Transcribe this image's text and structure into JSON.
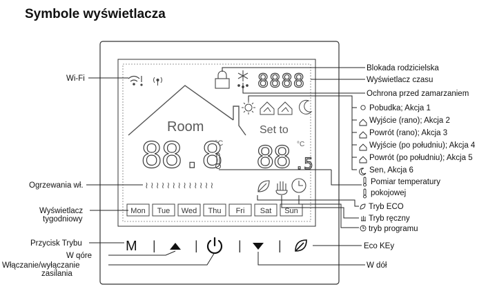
{
  "title": "Symbole wyświetlacza",
  "display": {
    "room_label": "Room",
    "set_label": "Set to",
    "room_digits": "88.8",
    "set_digits": "88",
    "set_decimal": ".5",
    "clock_digits": "8888",
    "unit": "°C",
    "days": [
      "Mon",
      "Tue",
      "Wed",
      "Thu",
      "Fri",
      "Sat",
      "Sun"
    ],
    "heating_waves": "≀≀≀≀≀≀≀≀≀≀≀≀≀"
  },
  "buttons": {
    "mode": "M",
    "separator": "|"
  },
  "left_labels": {
    "wifi": "Wi-Fi",
    "heating": "Ogrzewania wł.",
    "weekday": "Wyświetlacz",
    "weekday_cut": "tygodniowy",
    "mode_button": "Przycisk Trybu",
    "up": "W qóre",
    "power": "Włączanie/wyłączanie",
    "power_cut": "zasilania"
  },
  "right_labels": {
    "child_lock": "Blokada rodzicielska",
    "time_display": "Wyświetlacz czasu",
    "frost": "Ochrona przed zamarzaniem",
    "actions": [
      "Pobudka; Akcja 1",
      "Wyjście (rano); Akcja 2",
      "Powrót (rano); Akcja 3",
      "Wyjście (po południu); Akcja 4",
      "Powrót (po południu); Akcja 5",
      "Sen, Akcja 6"
    ],
    "temp_measure_1": "Pomiar temperatury",
    "temp_measure_2": "pokojowej",
    "modes": [
      "Tryb ECO",
      "Tryb ręczny",
      "tryb programu"
    ],
    "eco_key": "Eco KEy",
    "down": "W dół"
  }
}
